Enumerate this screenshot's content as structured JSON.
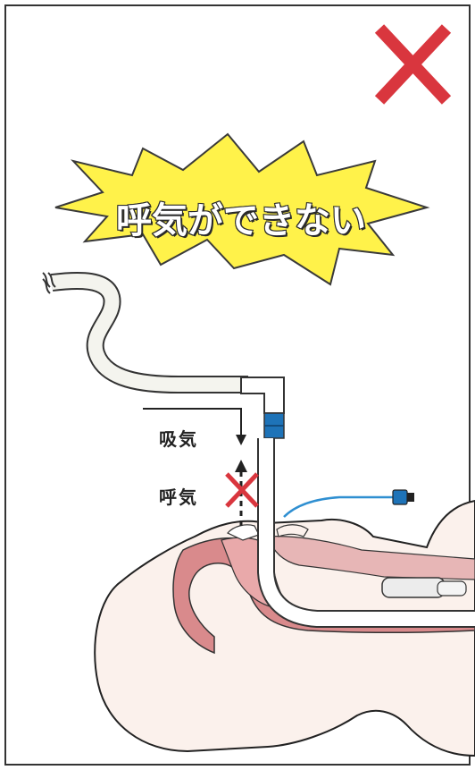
{
  "burst": {
    "text": "呼気ができない"
  },
  "labels": {
    "inhale": "吸気",
    "exhale": "呼気"
  },
  "colors": {
    "red_mark": "#d9363e",
    "burst_fill": "#fff24a",
    "skin": "#fbf1ec",
    "mucosa": "#d98a8c",
    "tube_connector": "#1e73b8",
    "cuff_line": "#2f8fd1"
  },
  "icons": {
    "wrong_mark": "cross-icon",
    "blocked_exhale": "cross-icon"
  }
}
